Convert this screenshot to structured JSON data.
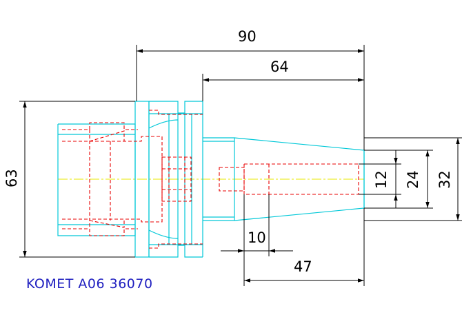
{
  "dimensions": {
    "overall_length": "90",
    "shank_length": "64",
    "flange_diameter": "63",
    "bore_diameter": "12",
    "taper_small_diameter": "24",
    "taper_large_diameter": "32",
    "bore_offset": "10",
    "bore_depth": "47"
  },
  "caption": "KOMET A06 36070",
  "colors": {
    "outline": "#00c8d8",
    "hidden_lines": "#e80000",
    "centerline": "#e8e800",
    "dimension": "#000000",
    "caption": "#2020c0"
  }
}
